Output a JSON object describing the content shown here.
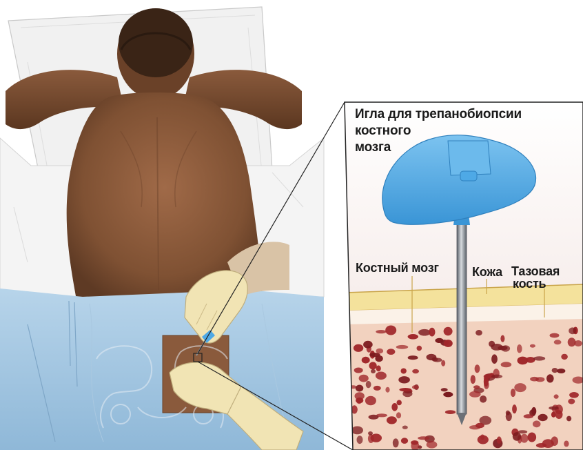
{
  "labels": {
    "needle_title_line1": "Игла для трепанобиопсии",
    "needle_title_line2": "костного",
    "needle_title_line3": "мозга",
    "bone_marrow": "Костный мозг",
    "skin": "Кожа",
    "pelvic_bone_line1": "Тазовая",
    "pelvic_bone_line2": "кость"
  },
  "colors": {
    "skin_tone": "#8a5a3c",
    "drape_blue": "#9cc3e0",
    "glove": "#f1e4b4",
    "needle_handle": "#4ea9e6",
    "marrow_red": "#a0272a",
    "bone_tissue": "#f2d2bf",
    "skin_layer": "#f4e29c"
  },
  "icons": {
    "illustration": "bone-marrow-biopsy-illustration",
    "needle": "trephine-needle-icon"
  }
}
